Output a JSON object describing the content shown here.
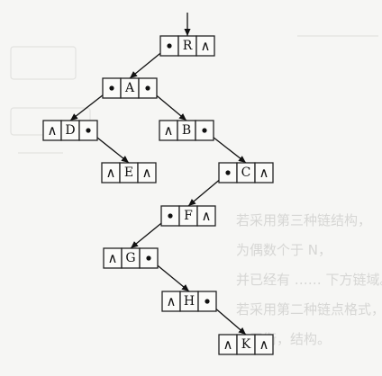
{
  "diagram": {
    "null_symbol": "∧",
    "nodes": [
      {
        "id": "R",
        "label": "R",
        "left": "ptr",
        "right": "null"
      },
      {
        "id": "A",
        "label": "A",
        "left": "ptr",
        "right": "ptr"
      },
      {
        "id": "D",
        "label": "D",
        "left": "null",
        "right": "ptr"
      },
      {
        "id": "B",
        "label": "B",
        "left": "null",
        "right": "ptr"
      },
      {
        "id": "E",
        "label": "E",
        "left": "null",
        "right": "null"
      },
      {
        "id": "C",
        "label": "C",
        "left": "ptr",
        "right": "null"
      },
      {
        "id": "F",
        "label": "F",
        "left": "ptr",
        "right": "null"
      },
      {
        "id": "G",
        "label": "G",
        "left": "null",
        "right": "ptr"
      },
      {
        "id": "H",
        "label": "H",
        "left": "null",
        "right": "ptr"
      },
      {
        "id": "K",
        "label": "K",
        "left": "null",
        "right": "null"
      }
    ],
    "edges": [
      {
        "from": "R",
        "field": "left",
        "to": "A"
      },
      {
        "from": "A",
        "field": "left",
        "to": "D"
      },
      {
        "from": "A",
        "field": "right",
        "to": "B"
      },
      {
        "from": "D",
        "field": "right",
        "to": "E"
      },
      {
        "from": "B",
        "field": "right",
        "to": "C"
      },
      {
        "from": "C",
        "field": "left",
        "to": "F"
      },
      {
        "from": "F",
        "field": "left",
        "to": "G"
      },
      {
        "from": "G",
        "field": "right",
        "to": "H"
      },
      {
        "from": "H",
        "field": "right",
        "to": "K"
      }
    ],
    "root_entry": "R"
  }
}
